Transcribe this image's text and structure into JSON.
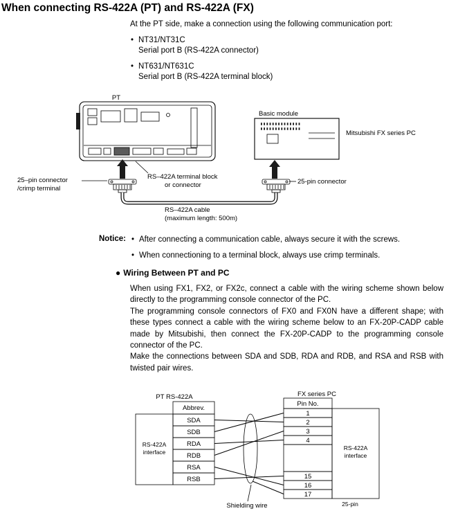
{
  "title": "When connecting RS-422A (PT) and RS-422A (FX)",
  "intro": "At the PT side, make a connection using the following communication port:",
  "glyphs": {
    "bullet": "•",
    "section_marker": "●"
  },
  "ports": [
    {
      "name": "NT31/NT31C",
      "desc": "Serial port B (RS-422A connector)"
    },
    {
      "name": "NT631/NT631C",
      "desc": "Serial port B (RS-422A terminal block)"
    }
  ],
  "diagram1": {
    "pt_label": "PT",
    "basic_module_label": "Basic module",
    "pc_label": "Mitsubishi FX series PC",
    "left_connector_label_1": "25–pin connector",
    "left_connector_label_2": "/crimp terminal",
    "terminal_block_label_1": "RS–422A terminal block",
    "terminal_block_label_2": "or connector",
    "right_connector_label": "25-pin connector",
    "cable_label_1": "RS–422A cable",
    "cable_label_2": "(maximum length: 500m)"
  },
  "notice": {
    "label": "Notice:",
    "items": [
      "After connecting a communication cable, always secure it with the screws.",
      "When connectioning to a terminal block, always use crimp terminals."
    ]
  },
  "wiring": {
    "heading": "Wiring Between PT and PC",
    "paragraphs": [
      "When using FX1, FX2, or FX2c, connect a cable with the wiring scheme shown below directly to the programming console connector of the PC.",
      "The programming console connectors of FX0 and FX0N have a different shape; with these types connect a cable with the wiring scheme below to an FX-20P-CADP cable made by Mitsubishi, then connect the FX-20P-CADP to the programming console connector of the PC.",
      "Make the connections between SDA and SDB, RDA and RDB, and RSA and RSB with twisted pair wires."
    ]
  },
  "diagram2": {
    "pt_header": "PT  RS-422A",
    "pc_header": "FX series PC",
    "left_table_header": "Abbrev.",
    "right_table_header": "Pin No.",
    "pt_signals": [
      "SDA",
      "SDB",
      "RDA",
      "RDB",
      "RSA",
      "RSB"
    ],
    "pc_pins": [
      "1",
      "2",
      "3",
      "4",
      "15",
      "16",
      "17"
    ],
    "left_interface_label_1": "RS-422A",
    "left_interface_label_2": "interface",
    "right_interface_label_1": "RS-422A",
    "right_interface_label_2": "interface",
    "shield_label": "Shielding wire",
    "pin_count_label": "25-pin"
  }
}
